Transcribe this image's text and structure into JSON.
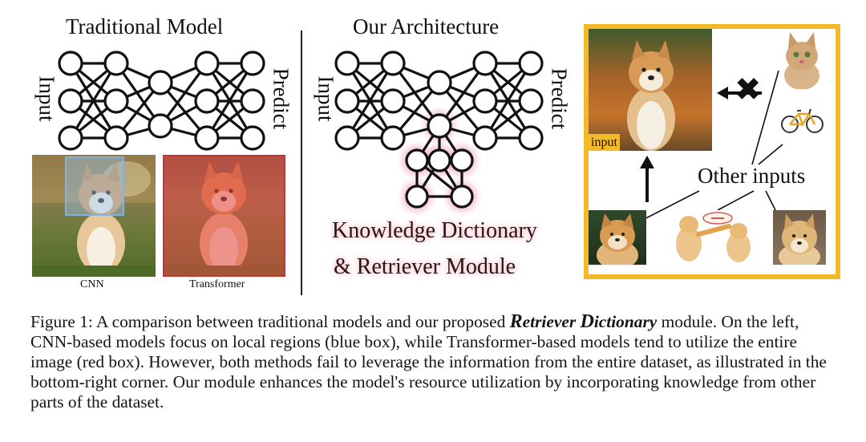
{
  "left": {
    "title": "Traditional Model",
    "input_label": "Input",
    "predict_label": "Predict",
    "cnn_label": "CNN",
    "transformer_label": "Transformer"
  },
  "middle": {
    "title": "Our Architecture",
    "input_label": "Input",
    "predict_label": "Predict",
    "kd_line1": "Knowledge Dictionary",
    "kd_line2": "& Retriever Module"
  },
  "right": {
    "input_tag": "input",
    "other_inputs": "Other inputs"
  },
  "caption": {
    "prefix": "Figure 1: A comparison between traditional models and our proposed ",
    "r_cap": "R",
    "r_rest": "etriever ",
    "d_cap": "D",
    "d_rest": "ictionary",
    "suffix": " module. On the left, CNN-based models focus on local regions (blue box), while Transformer-based models tend to utilize the entire image (red box). However, both methods fail to leverage the information from the entire dataset, as illustrated in the bottom-right corner. Our module enhances the model's resource utilization by incorporating knowledge from other parts of the dataset."
  },
  "colors": {
    "accent_frame": "#f3b928",
    "cnn_box": "#7fb2e6",
    "transformer_overlay": "#e03a3a",
    "glow": "#f2b6c4"
  }
}
